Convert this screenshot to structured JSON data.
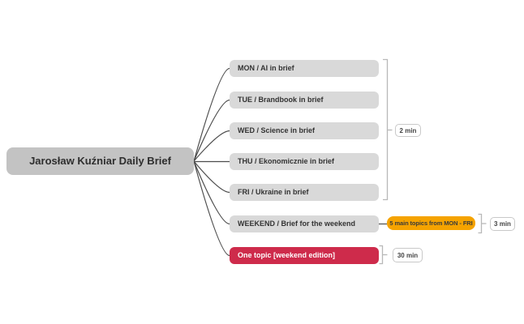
{
  "diagram": {
    "type": "mindmap",
    "root": {
      "label": "Jarosław Kuźniar Daily Brief"
    },
    "branches": [
      {
        "label": "MON / AI in brief"
      },
      {
        "label": "TUE / Brandbook in brief"
      },
      {
        "label": "WED / Science in brief"
      },
      {
        "label": "THU / Ekonomicznie in brief"
      },
      {
        "label": "FRI / Ukraine in brief"
      },
      {
        "label": "WEEKEND / Brief for the weekend"
      },
      {
        "label": "One topic [weekend edition]"
      }
    ],
    "weekend_detail": {
      "label": "5 main topics from MON - FRI"
    },
    "durations": {
      "weekdays": "2 min",
      "weekend": "3 min",
      "one_topic": "30 min"
    },
    "colors": {
      "root_bg": "#c3c3c3",
      "branch_bg": "#d9d9d9",
      "accent_orange": "#f5a300",
      "accent_red": "#ce2b4b",
      "connector_line": "#4d4d4d",
      "bracket_line": "#b8b8b8"
    }
  }
}
